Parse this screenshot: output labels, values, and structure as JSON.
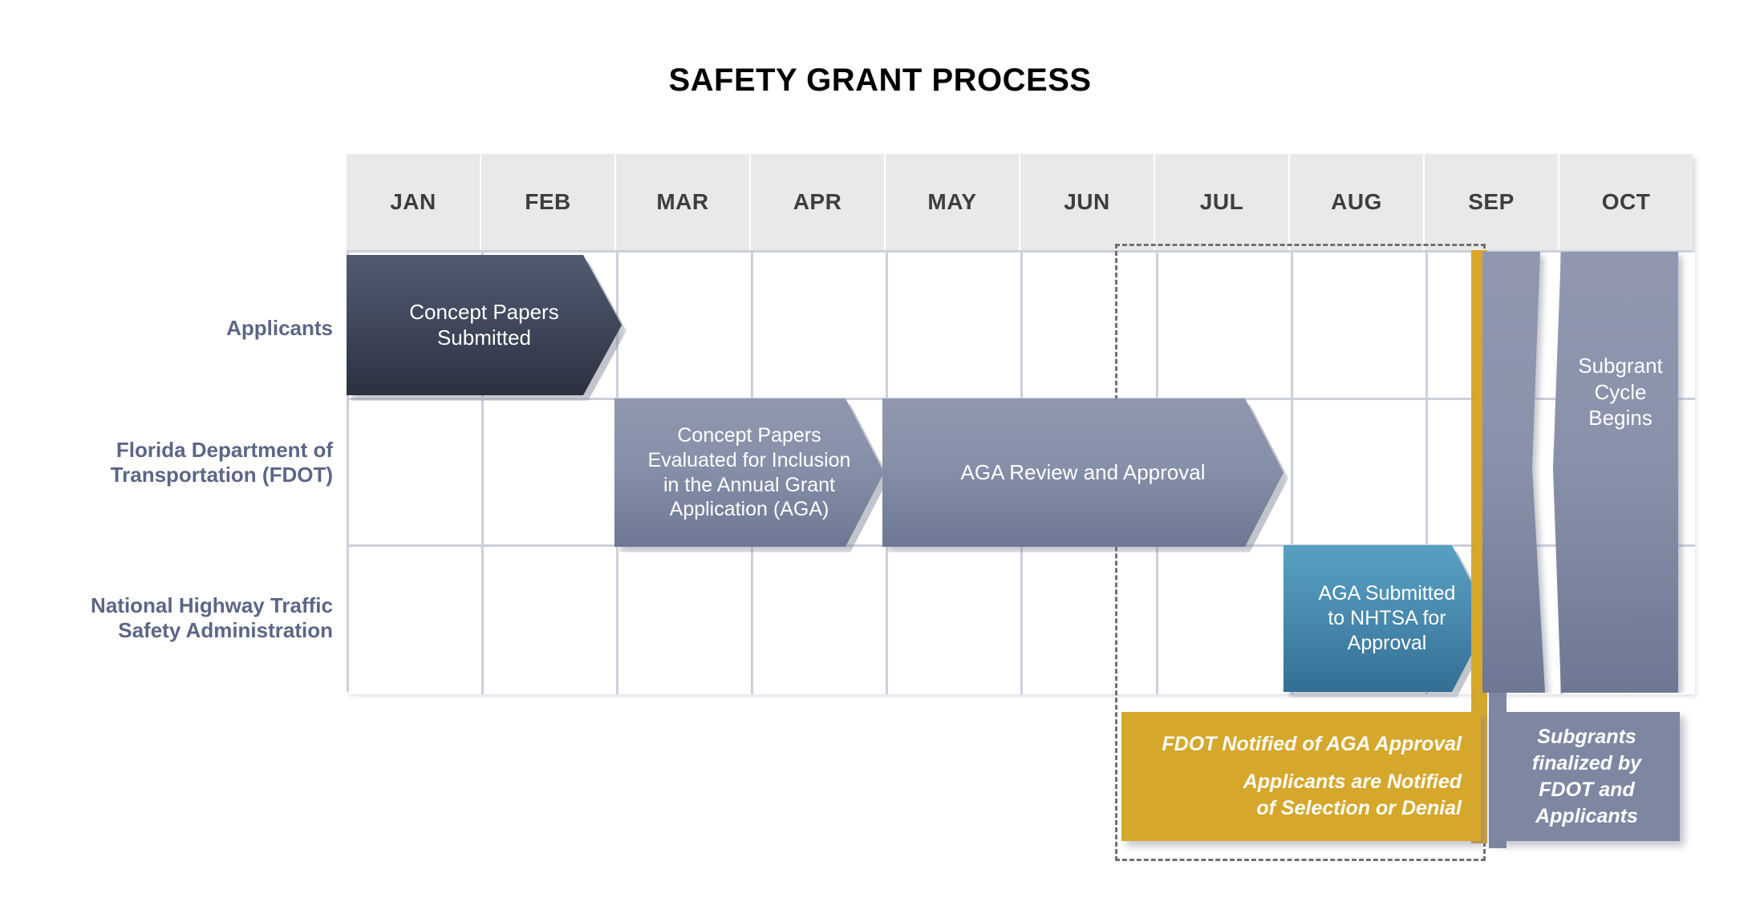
{
  "title": "SAFETY GRANT PROCESS",
  "months": [
    "JAN",
    "FEB",
    "MAR",
    "APR",
    "MAY",
    "JUN",
    "JUL",
    "AUG",
    "SEP",
    "OCT"
  ],
  "rows": [
    {
      "label": "Applicants"
    },
    {
      "label": "Florida Department of\nTransportation (FDOT)"
    },
    {
      "label": "National Highway Traffic\nSafety Administration"
    }
  ],
  "row_labels": {
    "applicants": "Applicants",
    "fdot_line1": "Florida Department of",
    "fdot_line2": "Transportation (FDOT)",
    "nhtsa_line1": "National Highway Traffic",
    "nhtsa_line2": "Safety Administration"
  },
  "arrows": {
    "concept_submitted": {
      "line1": "Concept Papers",
      "line2": "Submitted",
      "row": "Applicants",
      "start_month": "JAN",
      "end_month": "MAR",
      "color": "#3A4256"
    },
    "concept_evaluated": {
      "line1": "Concept Papers",
      "line2": "Evaluated for Inclusion",
      "line3": "in the Annual Grant",
      "line4": "Application (AGA)",
      "row": "Florida Department of Transportation (FDOT)",
      "start_month": "MAR",
      "end_month": "MAY",
      "color": "#8790A9"
    },
    "aga_review": {
      "line1": "AGA Review and Approval",
      "row": "Florida Department of Transportation (FDOT)",
      "start_month": "MAY",
      "end_month": "AUG",
      "color": "#8790A9"
    },
    "aga_submitted": {
      "line1": "AGA Submitted",
      "line2": "to NHTSA for",
      "line3": "Approval",
      "row": "National Highway Traffic Safety Administration",
      "start_month": "AUG",
      "end_month": "SEP",
      "color": "#4A8CB0"
    }
  },
  "subgrant_cycle": {
    "line1": "Subgrant",
    "line2": "Cycle",
    "line3": "Begins",
    "row": "Applicants",
    "month": "OCT",
    "color": "#7E87A2"
  },
  "callouts": {
    "fdot_notified": {
      "line1": "FDOT Notified of AGA Approval",
      "line2": "Applicants are Notified",
      "line3": "of Selection or Denial",
      "color": "#D5A72B"
    },
    "subgrants_finalized": {
      "line1": "Subgrants",
      "line2": "finalized by",
      "line3": "FDOT and",
      "line4": "Applicants",
      "color": "#7E87A2"
    }
  },
  "colors": {
    "header_cell_bg": "#E9E9E9",
    "header_text": "#3E3E3E",
    "grid_line": "#CBD0DC",
    "row_label_text": "#5C6685",
    "arrow_dark": "#3A4256",
    "arrow_slate": "#8790A9",
    "arrow_blue": "#4A8CB0",
    "gold": "#D5A72B",
    "dotted_border": "#707070",
    "page_bg": "#FFFFFF"
  }
}
